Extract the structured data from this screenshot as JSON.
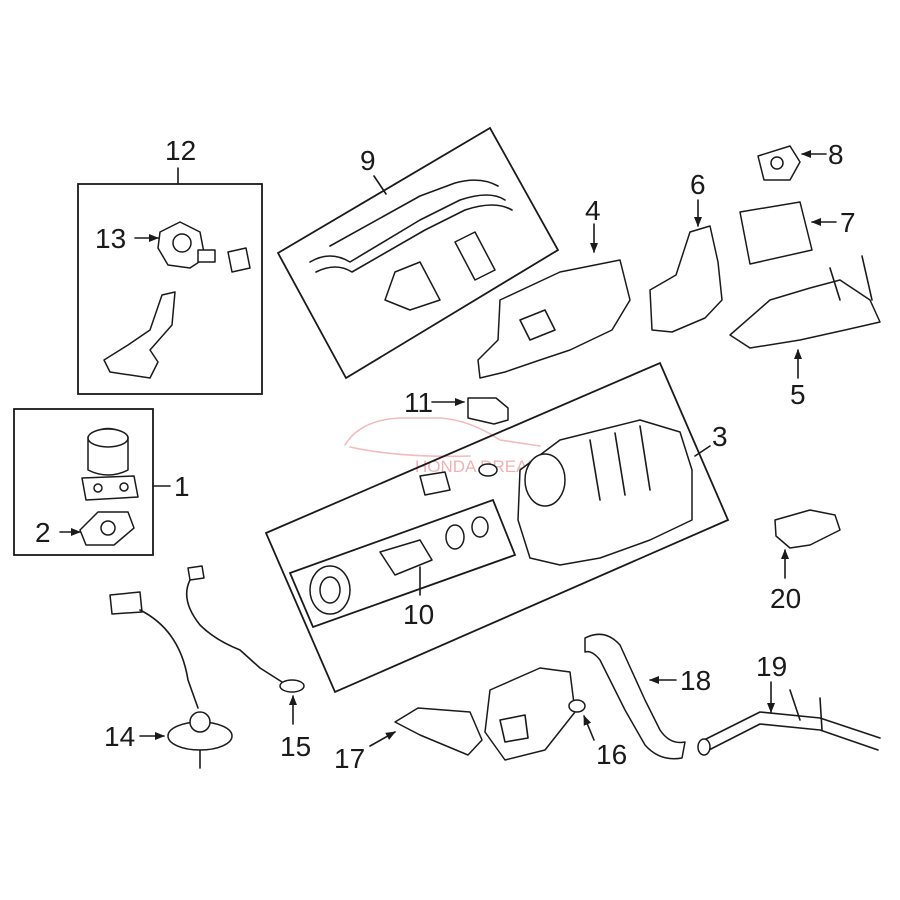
{
  "diagram": {
    "labels": {
      "l1": "1",
      "l2": "2",
      "l3": "3",
      "l4": "4",
      "l5": "5",
      "l6": "6",
      "l7": "7",
      "l8": "8",
      "l9": "9",
      "l10": "10",
      "l11": "11",
      "l12": "12",
      "l13": "13",
      "l14": "14",
      "l15": "15",
      "l16": "16",
      "l17": "17",
      "l18": "18",
      "l19": "19",
      "l20": "20"
    },
    "watermark": "HONDA DREAM"
  }
}
